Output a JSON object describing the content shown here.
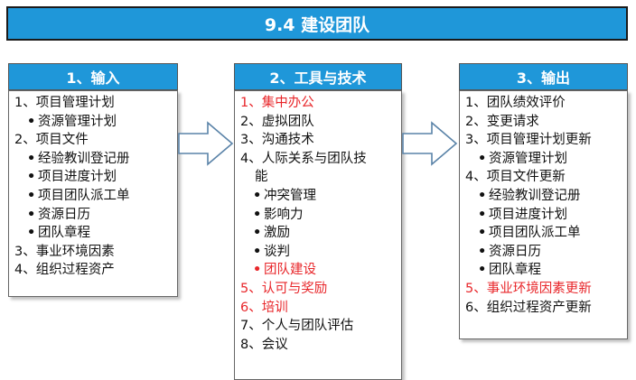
{
  "title": "9.4 建设团队",
  "colors": {
    "accent": "#1f97d9",
    "highlight": "#e8262a",
    "text": "#111111"
  },
  "inputs": {
    "header": "1、输入",
    "items": [
      {
        "text": "1、项目管理计划"
      },
      {
        "text": "资源管理计划",
        "sub": true
      },
      {
        "text": "2、项目文件"
      },
      {
        "text": "经验教训登记册",
        "sub": true
      },
      {
        "text": "项目进度计划",
        "sub": true
      },
      {
        "text": "项目团队派工单",
        "sub": true
      },
      {
        "text": "资源日历",
        "sub": true
      },
      {
        "text": "团队章程",
        "sub": true
      },
      {
        "text": "3、事业环境因素"
      },
      {
        "text": "4、组织过程资产"
      }
    ]
  },
  "tools": {
    "header": "2、工具与技术",
    "items": [
      {
        "text": "1、集中办公",
        "red": true
      },
      {
        "text": "2、虚拟团队"
      },
      {
        "text": "3、沟通技术"
      },
      {
        "text": "4、人际关系与团队技"
      },
      {
        "text": "能",
        "cont": true
      },
      {
        "text": "冲突管理",
        "sub": true
      },
      {
        "text": "影响力",
        "sub": true
      },
      {
        "text": "激励",
        "sub": true
      },
      {
        "text": "谈判",
        "sub": true
      },
      {
        "text": "团队建设",
        "sub": true,
        "red": true
      },
      {
        "text": "5、认可与奖励",
        "red": true
      },
      {
        "text": "6、培训",
        "red": true
      },
      {
        "text": "7、个人与团队评估"
      },
      {
        "text": "8、会议"
      }
    ]
  },
  "outputs": {
    "header": "3、输出",
    "items": [
      {
        "text": "1、团队绩效评价"
      },
      {
        "text": "2、变更请求"
      },
      {
        "text": "3、项目管理计划更新"
      },
      {
        "text": "资源管理计划",
        "sub": true
      },
      {
        "text": "4、项目文件更新"
      },
      {
        "text": "经验教训登记册",
        "sub": true
      },
      {
        "text": "项目进度计划",
        "sub": true
      },
      {
        "text": "项目团队派工单",
        "sub": true
      },
      {
        "text": "资源日历",
        "sub": true
      },
      {
        "text": "团队章程",
        "sub": true
      },
      {
        "text": "5、事业环境因素更新",
        "red": true
      },
      {
        "text": "6、组织过程资产更新"
      }
    ]
  }
}
